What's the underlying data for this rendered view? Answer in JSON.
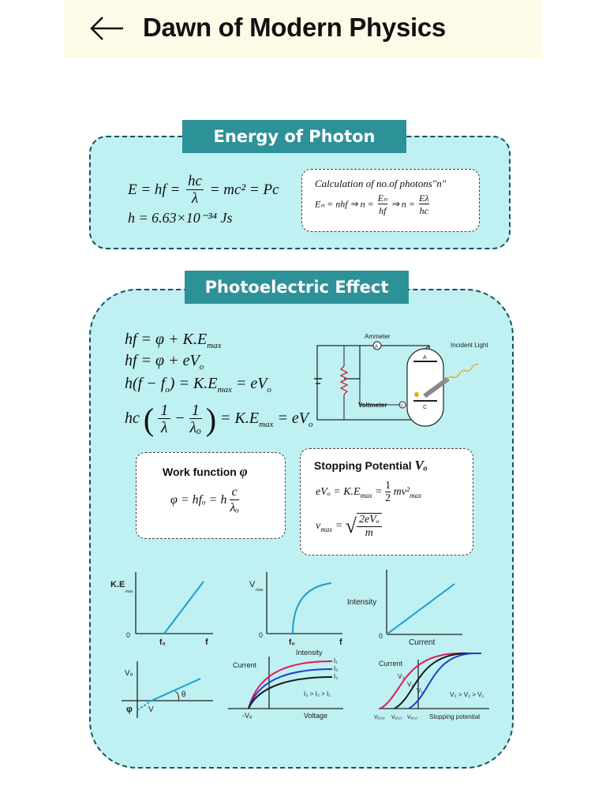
{
  "header": {
    "title": "Dawn of Modern Physics",
    "back_icon": "arrow-left-icon"
  },
  "sections": {
    "photon": {
      "banner": "Energy of Photon",
      "eq_energy_lhs": "E = hf =",
      "eq_energy_num": "hc",
      "eq_energy_den": "λ",
      "eq_energy_rhs": "= mc² = Pc",
      "eq_planck": "h = 6.63×10⁻³⁴ Js",
      "card_title": "Calculation of no.of photons\"n\"",
      "card_eq_part1": "Eₙ = nhf ⇒ n =",
      "card_eq_frac1_num": "Eₙ",
      "card_eq_frac1_den": "hf",
      "card_eq_part2": "⇒ n =",
      "card_eq_frac2_num": "Eλ",
      "card_eq_frac2_den": "hc"
    },
    "photoelectric": {
      "banner": "Photoelectric Effect",
      "eq1": "hf = φ + K.E",
      "eq1_sub": "max",
      "eq2": "hf = φ + eV",
      "eq2_sub": "o",
      "eq3_lhs": "h(f − f",
      "eq3_sub": "o",
      "eq3_mid": ") = K.E",
      "eq3_sub2": "max",
      "eq3_rhs": "= eV",
      "eq3_sub3": "o",
      "eq4_lhs": "hc",
      "eq4_f1_num": "1",
      "eq4_f1_den": "λ",
      "eq4_minus": "−",
      "eq4_f2_num": "1",
      "eq4_f2_den": "λₒ",
      "eq4_rhs": "= K.E",
      "eq4_sub": "max",
      "eq4_rhs2": "= eV",
      "eq4_sub2": "o",
      "circuit": {
        "ammeter": "Ammeter",
        "voltmeter": "Voltmeter",
        "incident_light": "Incident Light",
        "a_label": "A",
        "v_label": "V",
        "c_label": "C"
      },
      "work_function": {
        "title": "Work function",
        "title_symbol": "φ",
        "eq_lhs": "φ = hfₒ = h",
        "eq_num": "c",
        "eq_den": "λₒ"
      },
      "stopping_potential": {
        "title": "Stopping Potential",
        "title_symbol": "Vₒ",
        "eq1_lhs": "eVₒ = K.E",
        "eq1_sub": "max",
        "eq1_mid": "=",
        "eq1_num": "1",
        "eq1_den": "2",
        "eq1_rhs": "mv²",
        "eq1_rhs_sub": "max",
        "eq2_lhs": "v",
        "eq2_sub": "max",
        "eq2_eq": "=",
        "eq2_num": "2eVₒ",
        "eq2_den": "m"
      },
      "graphs": {
        "g1": {
          "ylabel": "K.E",
          "ysub": "max",
          "origin": "0",
          "x0": "f₀",
          "xlabel": "f"
        },
        "g2": {
          "ylabel": "V",
          "ysub": "max",
          "origin": "0",
          "x0": "f₀",
          "xlabel": "f"
        },
        "g3": {
          "ylabel": "Intensity",
          "origin": "0",
          "xlabel": "Current"
        },
        "g4": {
          "ylabel": "Vₒ",
          "theta": "θ",
          "phi": "φ",
          "v": "V"
        },
        "g5": {
          "ylabel": "Current",
          "title": "Intensity",
          "i1": "I₁",
          "i2": "I₂",
          "i3": "I₃",
          "relation": "I₃ > I₂ > I₁",
          "xneg": "-Vₒ",
          "xlabel": "Voltage"
        },
        "g6": {
          "ylabel": "Current",
          "v1": "V₁",
          "v2": "V₂",
          "v3": "V₃",
          "relation": "V₃ > V₂ > V₁",
          "ve3": "Vₑ₍₃₎",
          "ve2": "Vₑ₍₂₎",
          "ve1": "Vₑ₍₁₎",
          "xlabel": "Stopping potential"
        }
      }
    }
  },
  "colors": {
    "panel": "#bff0f2",
    "banner": "#2d9198",
    "line": "#1a9fd0",
    "curve_red": "#e0195a",
    "curve_blue": "#1f3fc9",
    "curve_dark": "#1a1a1a"
  }
}
